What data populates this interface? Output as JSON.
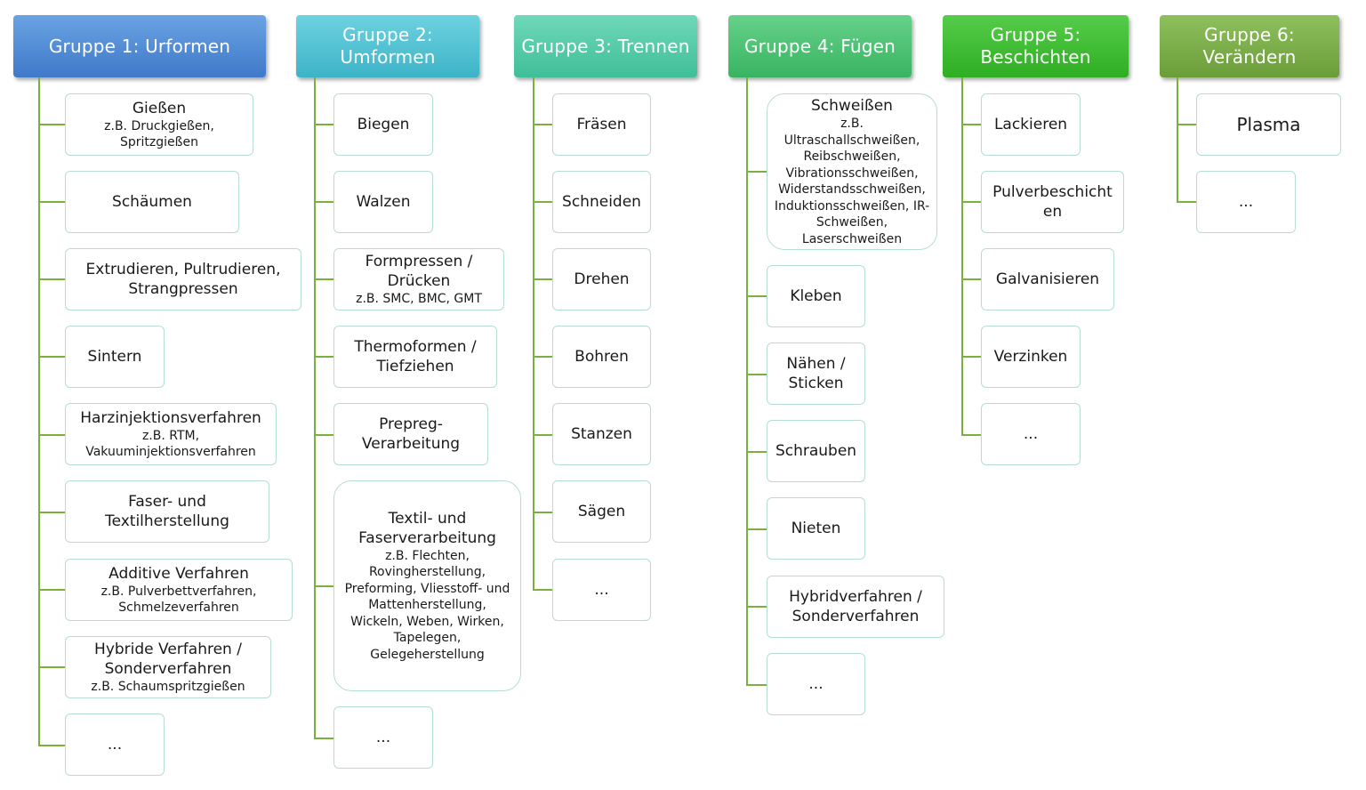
{
  "groups": [
    {
      "title": "Gruppe 1: Urformen",
      "items": [
        {
          "label": "Gießen",
          "sub": "z.B. Druckgießen, Spritzgießen"
        },
        {
          "label": "Schäumen"
        },
        {
          "label": "Extrudieren, Pultrudieren, Strangpressen"
        },
        {
          "label": "Sintern"
        },
        {
          "label": "Harzinjektionsverfahren",
          "sub": "z.B. RTM, Vakuuminjektionsverfahren"
        },
        {
          "label": "Faser- und Textilherstellung"
        },
        {
          "label": "Additive Verfahren",
          "sub": "z.B. Pulverbettverfahren, Schmelzeverfahren"
        },
        {
          "label": "Hybride Verfahren / Sonderverfahren",
          "sub": "z.B. Schaumspritzgießen"
        },
        {
          "label": "..."
        }
      ]
    },
    {
      "title": "Gruppe 2: Umformen",
      "items": [
        {
          "label": "Biegen"
        },
        {
          "label": "Walzen"
        },
        {
          "label": "Formpressen / Drücken",
          "sub": "z.B. SMC, BMC, GMT"
        },
        {
          "label": "Thermoformen / Tiefziehen"
        },
        {
          "label": "Prepreg-Verarbeitung"
        },
        {
          "label": "Textil- und Faserverarbeitung",
          "sub": "z.B. Flechten, Rovingherstellung, Preforming, Vliesstoff- und Mattenherstellung, Wickeln, Weben, Wirken, Tapelegen, Gelegeherstellung"
        },
        {
          "label": "..."
        }
      ]
    },
    {
      "title": "Gruppe 3: Trennen",
      "items": [
        {
          "label": "Fräsen"
        },
        {
          "label": "Schneiden"
        },
        {
          "label": "Drehen"
        },
        {
          "label": "Bohren"
        },
        {
          "label": "Stanzen"
        },
        {
          "label": "Sägen"
        },
        {
          "label": "..."
        }
      ]
    },
    {
      "title": "Gruppe 4: Fügen",
      "items": [
        {
          "label": "Schweißen",
          "sub": "z.B. Ultraschallschweißen, Reibschweißen, Vibrationsschweißen, Widerstandsschweißen, Induktionsschweißen, IR-Schweißen, Laserschweißen"
        },
        {
          "label": "Kleben"
        },
        {
          "label": "Nähen / Sticken"
        },
        {
          "label": "Schrauben"
        },
        {
          "label": "Nieten"
        },
        {
          "label": "Hybridverfahren / Sonderverfahren"
        },
        {
          "label": "..."
        }
      ]
    },
    {
      "title": "Gruppe 5: Beschichten",
      "items": [
        {
          "label": "Lackieren"
        },
        {
          "label": "Pulverbeschichten"
        },
        {
          "label": "Galvanisieren"
        },
        {
          "label": "Verzinken"
        },
        {
          "label": "..."
        }
      ]
    },
    {
      "title": "Gruppe 6: Verändern",
      "items": [
        {
          "label": "Plasma"
        },
        {
          "label": "..."
        }
      ]
    }
  ]
}
